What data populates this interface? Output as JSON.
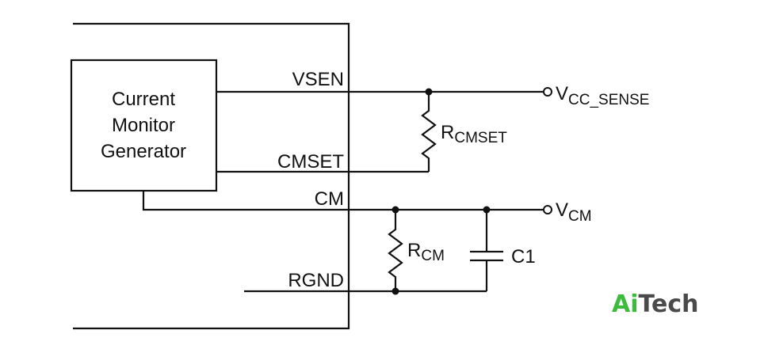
{
  "block": {
    "line1": "Current",
    "line2": "Monitor",
    "line3": "Generator"
  },
  "pins": {
    "vsen": "VSEN",
    "cmset": "CMSET",
    "cm": "CM",
    "rgnd": "RGND"
  },
  "components": {
    "rcmset": {
      "main": "R",
      "sub": "CMSET"
    },
    "rcm": {
      "main": "R",
      "sub": "CM"
    },
    "c1": "C1"
  },
  "nodes": {
    "vcc_sense": {
      "main": "V",
      "sub": "CC_SENSE"
    },
    "vcm": {
      "main": "V",
      "sub": "CM"
    }
  },
  "logo": {
    "part1": "Ai",
    "part2": "Tech",
    "color1": "#3dbb3d",
    "color2": "#4a4a4a"
  }
}
